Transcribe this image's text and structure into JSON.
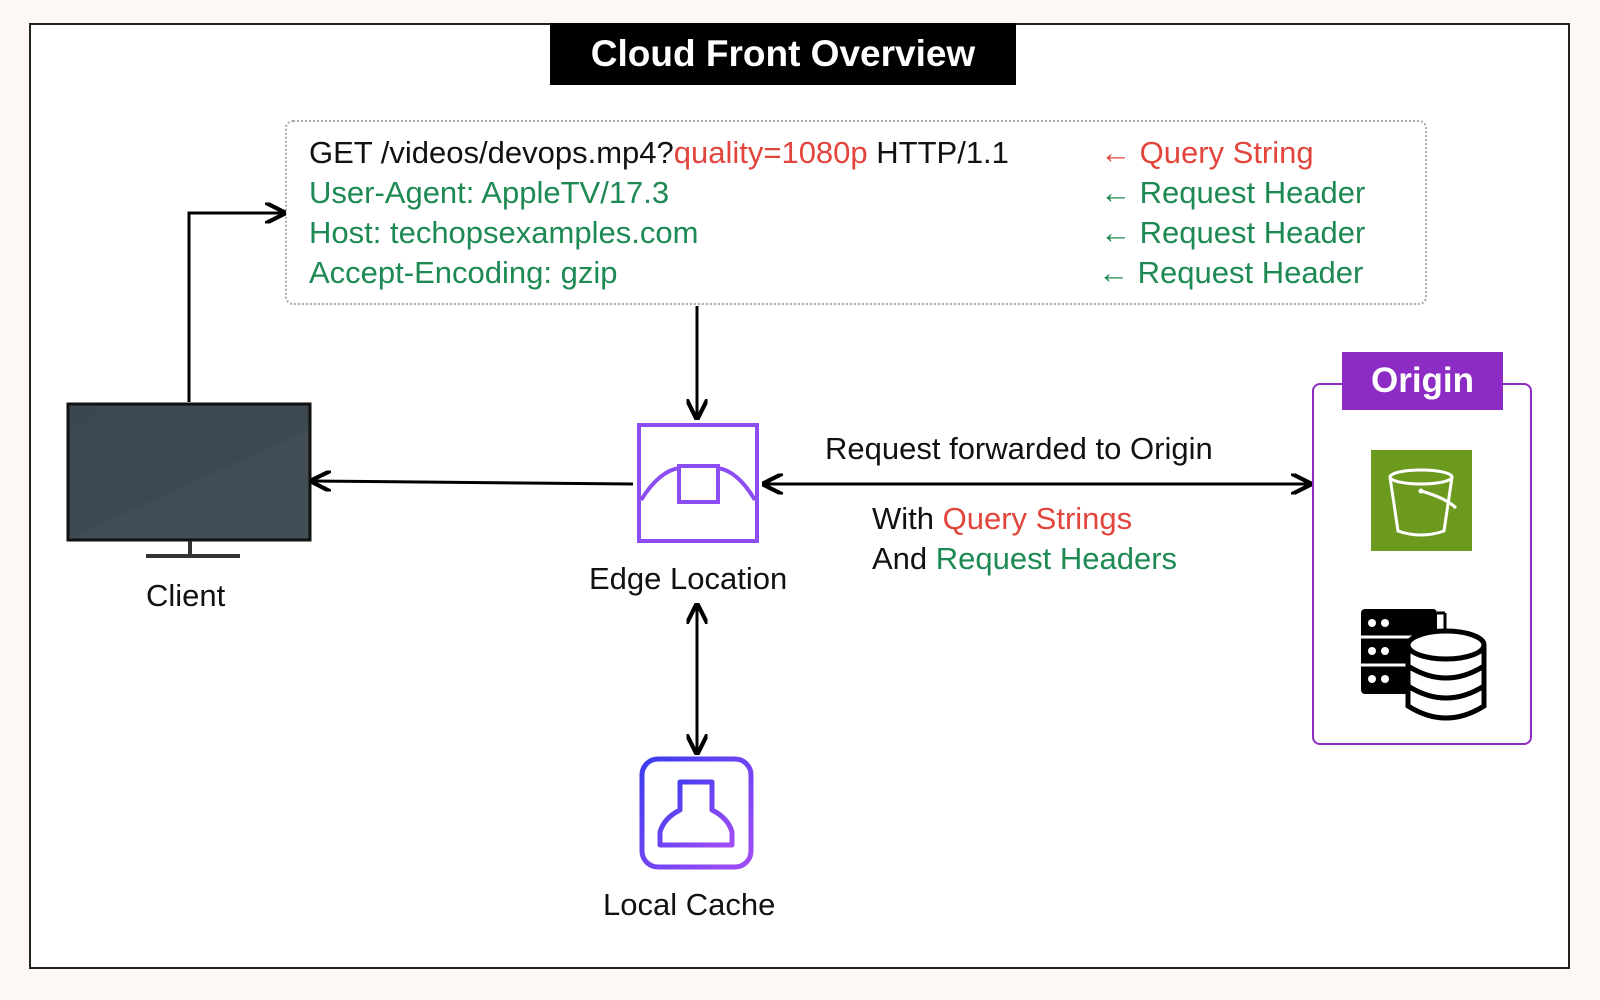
{
  "title": "Cloud Front Overview",
  "request": {
    "line1": {
      "method_path": "GET /videos/devops.mp4?",
      "query": "quality=1080p",
      "protocol": " HTTP/1.1",
      "annotation": "← Query String"
    },
    "line2": {
      "text": "User-Agent: AppleTV/17.3",
      "annotation": "← Request Header"
    },
    "line3": {
      "text": "Host: techopsexamples.com",
      "annotation": "← Request Header"
    },
    "line4": {
      "text": "Accept-Encoding: gzip",
      "annotation": "← Request Header"
    }
  },
  "nodes": {
    "client": "Client",
    "edge": "Edge Location",
    "cache": "Local Cache",
    "origin": "Origin"
  },
  "forward": {
    "label": "Request forwarded to Origin",
    "with_prefix": "With ",
    "with_highlight": "Query Strings",
    "and_prefix": "And ",
    "and_highlight": "Request Headers"
  },
  "colors": {
    "query_red": "#e2453c",
    "header_green": "#1e8a53",
    "edge_purple": "#8c4ef2",
    "origin_purple": "#8d2cc4",
    "s3_green": "#6b9a1f"
  }
}
